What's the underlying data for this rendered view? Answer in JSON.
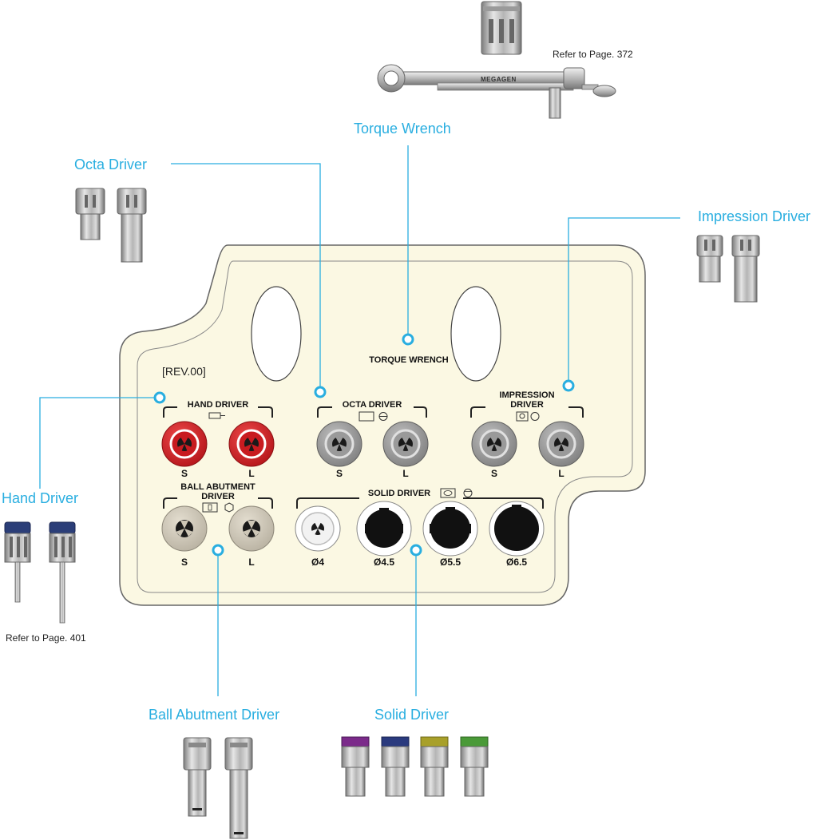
{
  "callouts": {
    "torque_wrench": "Torque Wrench",
    "octa_driver": "Octa Driver",
    "impression_driver": "Impression Driver",
    "hand_driver": "Hand Driver",
    "ball_abutment_driver": "Ball Abutment Driver",
    "solid_driver": "Solid Driver"
  },
  "refs": {
    "torque": "Refer to Page. 372",
    "hand": "Refer to Page. 401"
  },
  "brand": "MEGAGEN",
  "tray": {
    "rev": "[REV.00]",
    "torque_wrench_label": "TORQUE WRENCH",
    "hand_driver_label": "HAND DRIVER",
    "octa_driver_label": "OCTA DRIVER",
    "impression_driver_label_1": "IMPRESSION",
    "impression_driver_label_2": "DRIVER",
    "ball_abutment_label_1": "BALL ABUTMENT",
    "ball_abutment_label_2": "DRIVER",
    "solid_driver_label": "SOLID DRIVER",
    "size_s": "S",
    "size_l": "L",
    "solid_sizes": [
      "Ø4",
      "Ø4.5",
      "Ø5.5",
      "Ø6.5"
    ]
  },
  "colors": {
    "accent": "#29aee0",
    "tray_fill": "#fbf8e3",
    "hand_slot": "#d41e24",
    "grey_slot": "#9c9c9c",
    "ball_slot": "#d4cec0"
  }
}
